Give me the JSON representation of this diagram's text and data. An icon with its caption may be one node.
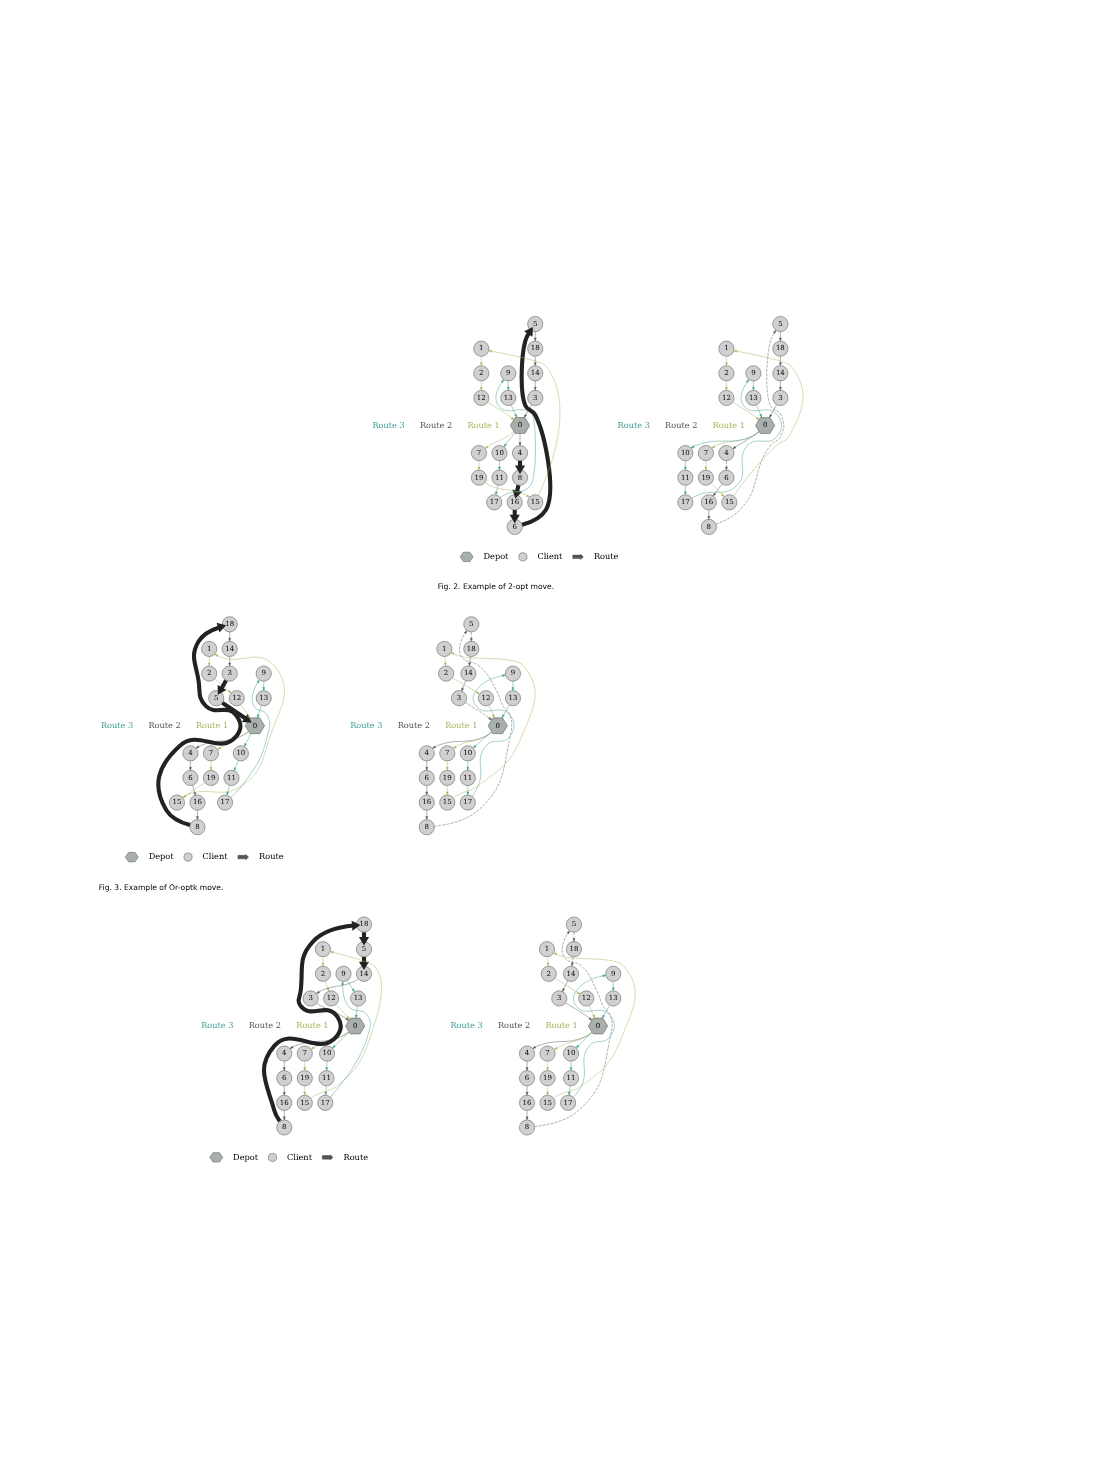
{
  "diagram": {
    "nodes": [
      {
        "text": [
          "0"
        ]
      },
      {
        "text": [
          "1"
        ]
      },
      {
        "text": [
          "2"
        ]
      },
      {
        "text": [
          "3"
        ]
      },
      {
        "text": [
          "4"
        ]
      },
      {
        "text": [
          "5"
        ]
      },
      {
        "text": [
          "6"
        ]
      },
      {
        "text": [
          "7"
        ]
      },
      {
        "text": [
          "8"
        ]
      },
      {
        "text": [
          "9"
        ]
      },
      {
        "text": [
          "10"
        ]
      },
      {
        "text": [
          "11"
        ]
      },
      {
        "text": [
          "12"
        ]
      },
      {
        "text": [
          "13"
        ]
      },
      {
        "text": [
          "14"
        ]
      },
      {
        "text": [
          "15"
        ]
      },
      {
        "text": [
          "16"
        ]
      },
      {
        "text": [
          "17"
        ]
      },
      {
        "text": [
          "18"
        ]
      },
      {
        "text": [
          "19"
        ]
      },
      {
        "text": [
          "0"
        ]
      },
      {
        "text": [
          "1"
        ]
      },
      {
        "text": [
          "2"
        ]
      },
      {
        "text": [
          "3"
        ]
      },
      {
        "text": [
          "4"
        ]
      },
      {
        "text": [
          "5"
        ]
      },
      {
        "text": [
          "6"
        ]
      },
      {
        "text": [
          "7"
        ]
      },
      {
        "text": [
          "8"
        ]
      },
      {
        "text": [
          "9"
        ]
      },
      {
        "text": [
          "10"
        ]
      },
      {
        "text": [
          "11"
        ]
      },
      {
        "text": [
          "12"
        ]
      },
      {
        "text": [
          "13"
        ]
      },
      {
        "text": [
          "14"
        ]
      },
      {
        "text": [
          "15"
        ]
      },
      {
        "text": [
          "16"
        ]
      },
      {
        "text": [
          "17"
        ]
      },
      {
        "text": [
          "18"
        ]
      },
      {
        "text": [
          "19"
        ]
      },
      {
        "text": [
          "0"
        ]
      },
      {
        "text": [
          "1"
        ]
      },
      {
        "text": [
          "2"
        ]
      },
      {
        "text": [
          "3"
        ]
      },
      {
        "text": [
          "4"
        ]
      },
      {
        "text": [
          "5"
        ]
      },
      {
        "text": [
          "6"
        ]
      },
      {
        "text": [
          "7"
        ]
      },
      {
        "text": [
          "8"
        ]
      },
      {
        "text": [
          "9"
        ]
      },
      {
        "text": [
          "10"
        ]
      },
      {
        "text": [
          "11"
        ]
      },
      {
        "text": [
          "12"
        ]
      },
      {
        "text": [
          "13"
        ]
      },
      {
        "text": [
          "14"
        ]
      },
      {
        "text": [
          "15"
        ]
      },
      {
        "text": [
          "16"
        ]
      },
      {
        "text": [
          "17"
        ]
      },
      {
        "text": [
          "18"
        ]
      },
      {
        "text": [
          "19"
        ]
      },
      {
        "text": [
          "0"
        ]
      },
      {
        "text": [
          "1"
        ]
      },
      {
        "text": [
          "2"
        ]
      },
      {
        "text": [
          "3"
        ]
      },
      {
        "text": [
          "4"
        ]
      },
      {
        "text": [
          "5"
        ]
      },
      {
        "text": [
          "6"
        ]
      },
      {
        "text": [
          "7"
        ]
      },
      {
        "text": [
          "8"
        ]
      },
      {
        "text": [
          "9"
        ]
      },
      {
        "text": [
          "10"
        ]
      },
      {
        "text": [
          "11"
        ]
      },
      {
        "text": [
          "12"
        ]
      },
      {
        "text": [
          "13"
        ]
      },
      {
        "text": [
          "14"
        ]
      },
      {
        "text": [
          "15"
        ]
      },
      {
        "text": [
          "16"
        ]
      },
      {
        "text": [
          "17"
        ]
      },
      {
        "text": [
          "18"
        ]
      },
      {
        "text": [
          "19"
        ]
      },
      {
        "text": [
          "0"
        ]
      },
      {
        "text": [
          "1"
        ]
      },
      {
        "text": [
          "2"
        ]
      },
      {
        "text": [
          "3"
        ]
      },
      {
        "text": [
          "4"
        ]
      },
      {
        "text": [
          "5"
        ]
      },
      {
        "text": [
          "6"
        ]
      },
      {
        "text": [
          "7"
        ]
      },
      {
        "text": [
          "8"
        ]
      },
      {
        "text": [
          "9"
        ]
      },
      {
        "text": [
          "10"
        ]
      },
      {
        "text": [
          "11"
        ]
      },
      {
        "text": [
          "12"
        ]
      },
      {
        "text": [
          "13"
        ]
      },
      {
        "text": [
          "14"
        ]
      },
      {
        "text": [
          "15"
        ]
      },
      {
        "text": [
          "16"
        ]
      },
      {
        "text": [
          "17"
        ]
      },
      {
        "text": [
          "18"
        ]
      },
      {
        "text": [
          "19"
        ]
      },
      {
        "text": [
          "0"
        ]
      },
      {
        "text": [
          "1"
        ]
      },
      {
        "text": [
          "2"
        ]
      },
      {
        "text": [
          "3"
        ]
      },
      {
        "text": [
          "4"
        ]
      },
      {
        "text": [
          "5"
        ]
      },
      {
        "text": [
          "6"
        ]
      },
      {
        "text": [
          "7"
        ]
      },
      {
        "text": [
          "8"
        ]
      },
      {
        "text": [
          "9"
        ]
      },
      {
        "text": [
          "10"
        ]
      },
      {
        "text": [
          "11"
        ]
      },
      {
        "text": [
          "12"
        ]
      },
      {
        "text": [
          "13"
        ]
      },
      {
        "text": [
          "14"
        ]
      },
      {
        "text": [
          "15"
        ]
      },
      {
        "text": [
          "16"
        ]
      },
      {
        "text": [
          "17"
        ]
      },
      {
        "text": [
          "18"
        ]
      },
      {
        "text": [
          "19"
        ]
      }
    ],
    "edges": [
      {
        "from": 0,
        "to": 7,
        "arrow": "to",
        "color": "#a9b35a"
      },
      {
        "from": 7,
        "to": 19,
        "arrow": "to",
        "color": "#a9b35a"
      },
      {
        "from": 19,
        "to": 15,
        "arrow": "to",
        "color": "#a9b35a"
      },
      {
        "from": 15,
        "to": 1,
        "arrow": "to",
        "color": "#a9b35a"
      },
      {
        "from": 1,
        "to": 2,
        "arrow": "to",
        "color": "#a9b35a"
      },
      {
        "from": 2,
        "to": 12,
        "arrow": "to",
        "color": "#a9b35a"
      },
      {
        "from": 12,
        "to": 0,
        "arrow": "to",
        "color": "#a9b35a"
      },
      {
        "from": 0,
        "to": 4,
        "arrow": "to"
      },
      {
        "from": 4,
        "to": 6,
        "arrow": "to",
        "style": "dashed"
      },
      {
        "from": 6,
        "to": 16,
        "arrow": "to"
      },
      {
        "from": 16,
        "to": 8,
        "arrow": "to"
      },
      {
        "from": 8,
        "to": 5,
        "arrow": "to",
        "style": "dashed"
      },
      {
        "from": 5,
        "to": 18,
        "arrow": "to"
      },
      {
        "from": 18,
        "to": 14,
        "arrow": "to"
      },
      {
        "from": 14,
        "to": 3,
        "arrow": "to"
      },
      {
        "from": 3,
        "to": 0,
        "arrow": "to"
      },
      {
        "from": 0,
        "to": 10,
        "arrow": "to",
        "color": "#3f9e90"
      },
      {
        "from": 10,
        "to": 11,
        "arrow": "to",
        "color": "#3f9e90"
      },
      {
        "from": 11,
        "to": 17,
        "arrow": "to",
        "color": "#3f9e90"
      },
      {
        "from": 17,
        "to": 9,
        "arrow": "to",
        "color": "#3f9e90"
      },
      {
        "from": 9,
        "to": 13,
        "arrow": "to",
        "color": "#3f9e90"
      },
      {
        "from": 13,
        "to": 0,
        "arrow": "to",
        "color": "#3f9e90"
      },
      {
        "from": 20,
        "to": 27,
        "arrow": "to",
        "color": "#a9b35a"
      },
      {
        "from": 27,
        "to": 39,
        "arrow": "to",
        "color": "#a9b35a"
      },
      {
        "from": 39,
        "to": 35,
        "arrow": "to",
        "color": "#a9b35a"
      },
      {
        "from": 35,
        "to": 21,
        "arrow": "to",
        "color": "#a9b35a"
      },
      {
        "from": 21,
        "to": 22,
        "arrow": "to",
        "color": "#a9b35a"
      },
      {
        "from": 22,
        "to": 32,
        "arrow": "to",
        "color": "#a9b35a"
      },
      {
        "from": 32,
        "to": 20,
        "arrow": "to",
        "color": "#a9b35a"
      },
      {
        "from": 20,
        "to": 24,
        "arrow": "to"
      },
      {
        "from": 24,
        "to": 28,
        "arrow": "to",
        "style": "thick",
        "color": "#222222"
      },
      {
        "from": 28,
        "to": 36,
        "arrow": "to",
        "style": "thick",
        "color": "#222222"
      },
      {
        "from": 36,
        "to": 26,
        "arrow": "to",
        "style": "thick",
        "color": "#222222"
      },
      {
        "from": 26,
        "to": 25,
        "arrow": "to",
        "style": "thick",
        "color": "#222222"
      },
      {
        "from": 25,
        "to": 38,
        "arrow": "to"
      },
      {
        "from": 38,
        "to": 34,
        "arrow": "to"
      },
      {
        "from": 34,
        "to": 23,
        "arrow": "to"
      },
      {
        "from": 23,
        "to": 20,
        "arrow": "to"
      },
      {
        "from": 20,
        "to": 30,
        "arrow": "to",
        "color": "#3f9e90"
      },
      {
        "from": 30,
        "to": 31,
        "arrow": "to",
        "color": "#3f9e90"
      },
      {
        "from": 31,
        "to": 37,
        "arrow": "to",
        "color": "#3f9e90"
      },
      {
        "from": 37,
        "to": 29,
        "arrow": "to",
        "color": "#3f9e90"
      },
      {
        "from": 29,
        "to": 33,
        "arrow": "to",
        "color": "#3f9e90"
      },
      {
        "from": 33,
        "to": 20,
        "arrow": "to",
        "color": "#3f9e90"
      },
      {
        "from": 40,
        "to": 47,
        "arrow": "to",
        "color": "#a9b35a"
      },
      {
        "from": 47,
        "to": 59,
        "arrow": "to",
        "color": "#a9b35a"
      },
      {
        "from": 59,
        "to": 55,
        "arrow": "to",
        "color": "#a9b35a"
      },
      {
        "from": 55,
        "to": 41,
        "arrow": "to",
        "color": "#a9b35a"
      },
      {
        "from": 41,
        "to": 42,
        "arrow": "to",
        "color": "#a9b35a"
      },
      {
        "from": 42,
        "to": 52,
        "arrow": "to",
        "color": "#a9b35a"
      },
      {
        "from": 52,
        "to": 40,
        "arrow": "to",
        "color": "#a9b35a"
      },
      {
        "from": 40,
        "to": 44,
        "arrow": "to"
      },
      {
        "from": 44,
        "to": 46,
        "arrow": "to"
      },
      {
        "from": 46,
        "to": 56,
        "arrow": "to"
      },
      {
        "from": 56,
        "to": 48,
        "arrow": "to"
      },
      {
        "from": 48,
        "to": 45,
        "arrow": "to",
        "style": "dashed"
      },
      {
        "from": 45,
        "to": 58,
        "arrow": "to",
        "style": "dashed"
      },
      {
        "from": 58,
        "to": 54,
        "arrow": "to"
      },
      {
        "from": 54,
        "to": 43,
        "arrow": "to"
      },
      {
        "from": 43,
        "to": 40,
        "arrow": "to",
        "style": "dashed"
      },
      {
        "from": 40,
        "to": 50,
        "arrow": "to",
        "color": "#3f9e90"
      },
      {
        "from": 50,
        "to": 51,
        "arrow": "to",
        "color": "#3f9e90"
      },
      {
        "from": 51,
        "to": 57,
        "arrow": "to",
        "color": "#3f9e90"
      },
      {
        "from": 57,
        "to": 49,
        "arrow": "to",
        "color": "#3f9e90"
      },
      {
        "from": 49,
        "to": 53,
        "arrow": "to",
        "color": "#3f9e90"
      },
      {
        "from": 53,
        "to": 40,
        "arrow": "to",
        "color": "#3f9e90"
      },
      {
        "from": 60,
        "to": 67,
        "arrow": "to",
        "color": "#a9b35a"
      },
      {
        "from": 67,
        "to": 79,
        "arrow": "to",
        "color": "#a9b35a"
      },
      {
        "from": 79,
        "to": 75,
        "arrow": "to",
        "color": "#a9b35a"
      },
      {
        "from": 75,
        "to": 61,
        "arrow": "to",
        "color": "#a9b35a"
      },
      {
        "from": 61,
        "to": 62,
        "arrow": "to",
        "color": "#a9b35a"
      },
      {
        "from": 62,
        "to": 72,
        "arrow": "to",
        "color": "#a9b35a"
      },
      {
        "from": 72,
        "to": 60,
        "arrow": "to",
        "color": "#a9b35a"
      },
      {
        "from": 60,
        "to": 64,
        "arrow": "to"
      },
      {
        "from": 64,
        "to": 66,
        "arrow": "to"
      },
      {
        "from": 66,
        "to": 76,
        "arrow": "to"
      },
      {
        "from": 76,
        "to": 68,
        "arrow": "to"
      },
      {
        "from": 68,
        "to": 78,
        "arrow": "to",
        "style": "thick",
        "color": "#222222"
      },
      {
        "from": 78,
        "to": 74,
        "arrow": "to"
      },
      {
        "from": 74,
        "to": 63,
        "arrow": "to"
      },
      {
        "from": 63,
        "to": 65,
        "arrow": "to",
        "style": "thick",
        "color": "#222222"
      },
      {
        "from": 65,
        "to": 60,
        "arrow": "to",
        "style": "thick",
        "color": "#222222"
      },
      {
        "from": 60,
        "to": 70,
        "arrow": "to",
        "color": "#3f9e90"
      },
      {
        "from": 70,
        "to": 71,
        "arrow": "to",
        "color": "#3f9e90"
      },
      {
        "from": 71,
        "to": 77,
        "arrow": "to",
        "color": "#3f9e90"
      },
      {
        "from": 77,
        "to": 69,
        "arrow": "to",
        "color": "#3f9e90"
      },
      {
        "from": 69,
        "to": 73,
        "arrow": "to",
        "color": "#3f9e90"
      },
      {
        "from": 73,
        "to": 60,
        "arrow": "to",
        "color": "#3f9e90"
      },
      {
        "from": 80,
        "to": 87,
        "arrow": "to",
        "color": "#a9b35a"
      },
      {
        "from": 87,
        "to": 99,
        "arrow": "to",
        "color": "#a9b35a"
      },
      {
        "from": 99,
        "to": 95,
        "arrow": "to",
        "color": "#a9b35a"
      },
      {
        "from": 95,
        "to": 81,
        "arrow": "to",
        "color": "#a9b35a"
      },
      {
        "from": 81,
        "to": 82,
        "arrow": "to",
        "color": "#a9b35a"
      },
      {
        "from": 82,
        "to": 92,
        "arrow": "to",
        "color": "#a9b35a"
      },
      {
        "from": 92,
        "to": 80,
        "arrow": "to",
        "color": "#a9b35a"
      },
      {
        "from": 80,
        "to": 84,
        "arrow": "to"
      },
      {
        "from": 84,
        "to": 86,
        "arrow": "to"
      },
      {
        "from": 86,
        "to": 96,
        "arrow": "to"
      },
      {
        "from": 96,
        "to": 88,
        "arrow": "to"
      },
      {
        "from": 88,
        "to": 85,
        "arrow": "to",
        "style": "dashed"
      },
      {
        "from": 85,
        "to": 98,
        "arrow": "to",
        "style": "dashed"
      },
      {
        "from": 98,
        "to": 94,
        "arrow": "to",
        "style": "dashed"
      },
      {
        "from": 94,
        "to": 83,
        "arrow": "to"
      },
      {
        "from": 83,
        "to": 80,
        "arrow": "to"
      },
      {
        "from": 80,
        "to": 90,
        "arrow": "to",
        "color": "#3f9e90"
      },
      {
        "from": 90,
        "to": 91,
        "arrow": "to",
        "color": "#3f9e90"
      },
      {
        "from": 91,
        "to": 97,
        "arrow": "to",
        "color": "#3f9e90"
      },
      {
        "from": 97,
        "to": 89,
        "arrow": "to",
        "color": "#3f9e90"
      },
      {
        "from": 89,
        "to": 93,
        "arrow": "to",
        "color": "#3f9e90"
      },
      {
        "from": 93,
        "to": 80,
        "arrow": "to",
        "color": "#3f9e90"
      },
      {
        "from": 100,
        "to": 107,
        "arrow": "to",
        "color": "#a9b35a"
      },
      {
        "from": 107,
        "to": 119,
        "arrow": "to",
        "color": "#a9b35a"
      },
      {
        "from": 119,
        "to": 115,
        "arrow": "to",
        "color": "#a9b35a"
      },
      {
        "from": 115,
        "to": 101,
        "arrow": "to",
        "color": "#a9b35a"
      },
      {
        "from": 101,
        "to": 102,
        "arrow": "to",
        "color": "#a9b35a"
      },
      {
        "from": 102,
        "to": 112,
        "arrow": "to",
        "color": "#a9b35a"
      },
      {
        "from": 112,
        "to": 100,
        "arrow": "to",
        "color": "#a9b35a"
      },
      {
        "from": 100,
        "to": 104,
        "arrow": "to"
      },
      {
        "from": 104,
        "to": 106,
        "arrow": "to"
      },
      {
        "from": 106,
        "to": 116,
        "arrow": "to"
      },
      {
        "from": 116,
        "to": 108,
        "arrow": "to"
      },
      {
        "from": 108,
        "to": 118,
        "arrow": "to",
        "style": "thick",
        "color": "#222222"
      },
      {
        "from": 118,
        "to": 105,
        "arrow": "to",
        "style": "thick",
        "color": "#222222"
      },
      {
        "from": 105,
        "to": 114,
        "arrow": "to",
        "style": "thick",
        "color": "#222222"
      },
      {
        "from": 114,
        "to": 103,
        "arrow": "to"
      },
      {
        "from": 103,
        "to": 100,
        "arrow": "to"
      },
      {
        "from": 100,
        "to": 110,
        "arrow": "to",
        "color": "#3f9e90"
      },
      {
        "from": 110,
        "to": 111,
        "arrow": "to",
        "color": "#3f9e90"
      },
      {
        "from": 111,
        "to": 117,
        "arrow": "to",
        "color": "#3f9e90"
      },
      {
        "from": 117,
        "to": 109,
        "arrow": "to",
        "color": "#3f9e90"
      },
      {
        "from": 109,
        "to": 113,
        "arrow": "to",
        "color": "#3f9e90"
      },
      {
        "from": 113,
        "to": 100,
        "arrow": "to",
        "color": "#3f9e90"
      }
    ],
    "labels": [
      "Route 1",
      "Route 2",
      "Route 3",
      "Route 1",
      "Route 2",
      "Route 3",
      "Fig. 2. Example of 2-opt move.",
      "Route 1",
      "Route 2",
      "Route 3",
      "Route 1",
      "Route 2",
      "Route 3",
      "Fig. 3. Example of Or-optk move.",
      "Route 1",
      "Route 2",
      "Route 3",
      "Route 1",
      "Route 2",
      "Route 3"
    ],
    "legend": [
      {
        "text": "Depot"
      },
      {
        "text": "Client"
      },
      {
        "text": "Route"
      },
      {
        "text": "Depot"
      },
      {
        "text": "Client"
      },
      {
        "text": "Route"
      },
      {
        "text": "Depot"
      },
      {
        "text": "Client"
      },
      {
        "text": "Route"
      }
    ]
  }
}
